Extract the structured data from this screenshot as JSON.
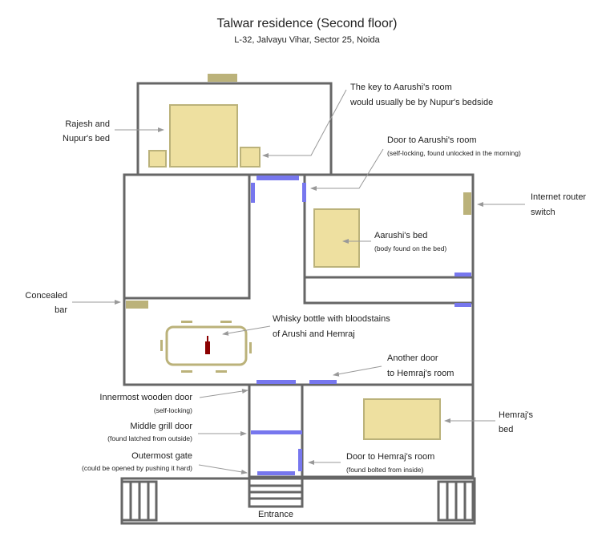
{
  "title": "Talwar residence (Second floor)",
  "subtitle": "L-32, Jalvayu Vihar, Sector 25, Noida",
  "labels": {
    "parents_bed": [
      "Rajesh and",
      "Nupur's bed"
    ],
    "key": [
      "The key to Aarushi's room",
      "would usually be by Nupur's bedside"
    ],
    "aarushi_door": [
      "Door to Aarushi's room",
      "(self-locking, found unlocked in the morning)"
    ],
    "router": [
      "Internet router",
      "switch"
    ],
    "aarushi_bed": [
      "Aarushi's bed",
      "(body found on the bed)"
    ],
    "bar": [
      "Concealed",
      "bar"
    ],
    "whisky": [
      "Whisky bottle with bloodstains",
      "of Arushi and Hemraj"
    ],
    "another_door": [
      "Another door",
      "to Hemraj's room"
    ],
    "inner_door": [
      "Innermost wooden door",
      "(self-locking)"
    ],
    "grill_door": [
      "Middle grill door",
      "(found latched from outside)"
    ],
    "outer_gate": [
      "Outermost gate",
      "(could be opened by pushing it hard)"
    ],
    "hemraj_door": [
      "Door to Hemraj's room",
      "(found bolted from inside)"
    ],
    "hemraj_bed": [
      "Hemraj's",
      "bed"
    ],
    "entrance": "Entrance"
  },
  "colors": {
    "room_fill": "#fefed8",
    "door": "#7777ee",
    "furniture": "#eee0a0",
    "bottle": "#8b0000"
  }
}
